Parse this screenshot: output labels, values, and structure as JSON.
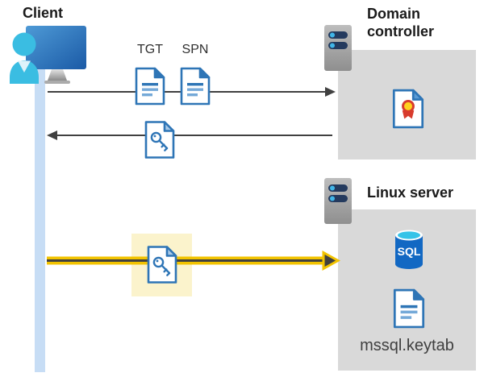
{
  "diagram": {
    "client": {
      "label": "Client"
    },
    "domain_controller": {
      "label": "Domain controller"
    },
    "linux_server": {
      "label": "Linux server"
    },
    "tgt": {
      "label": "TGT"
    },
    "spn": {
      "label": "SPN"
    },
    "sql": {
      "label": "SQL"
    },
    "keytab": {
      "label": "mssql.keytab"
    }
  },
  "icons": {
    "client": "monitor-with-user-icon",
    "domain_controller": "server-icon",
    "linux_server": "server-icon",
    "tgt": "document-icon",
    "spn": "document-icon",
    "ticket_return": "key-document-icon",
    "ticket_forward": "key-document-icon",
    "certificate": "certificate-document-icon",
    "sql": "sql-database-icon",
    "keytab": "document-icon"
  },
  "colors": {
    "accent_blue": "#2e75b6",
    "doc_line_light_blue": "#74a9d8",
    "fold_light_blue": "#a9c9e8",
    "person_cyan": "#3abde2",
    "monitor_blue_start": "#4e9ad6",
    "monitor_blue_end": "#1b5aa6",
    "lifeline_blue": "#c7ddf5",
    "box_gray": "#d9d9d9",
    "arrow_gray": "#404040",
    "highlight_yellow": "#fbf3cc",
    "arrow_yellow": "#f2c300",
    "server_slot_navy": "#243a5e",
    "server_dot_cyan": "#41b6e8",
    "sql_body_blue": "#1268c3",
    "sql_top_cyan": "#35c3e8",
    "certificate_red": "#d83b2d",
    "certificate_yellow": "#ffd21e"
  }
}
